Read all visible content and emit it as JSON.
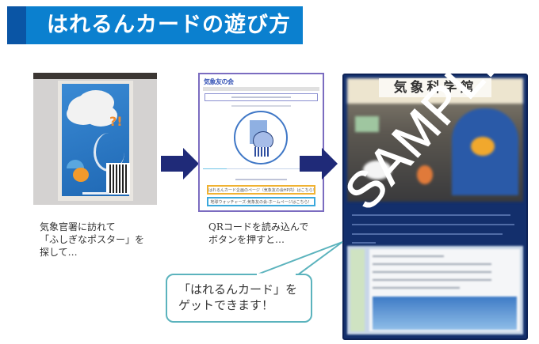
{
  "header": {
    "title": "はれるんカードの遊び方",
    "colors": {
      "banner": "#0b80cf",
      "accent": "#0a55a5"
    }
  },
  "steps": [
    {
      "image": "poster-photo",
      "caption": "気象官署に訪れて\n「ふしぎなポスター」を\n探して…"
    },
    {
      "image": "webpage-screenshot",
      "caption": "QRコードを読み込んで\nボタンを押すと…",
      "web": {
        "logo": "気象友の会",
        "button_1": "はれるんカード企画のページ（気象友の会HP内）はこちら！",
        "button_2": "地球ウォッチャーズ-気象友の会-ホームページはこちら！"
      }
    },
    {
      "image": "card-sample",
      "card_title": "気象科学館",
      "watermark": "SAMPLE"
    }
  ],
  "bubble": {
    "text": "「はれるんカード」を\nゲットできます！",
    "border_color": "#5bb3bd"
  },
  "arrows": {
    "color": "#1f2a78"
  }
}
